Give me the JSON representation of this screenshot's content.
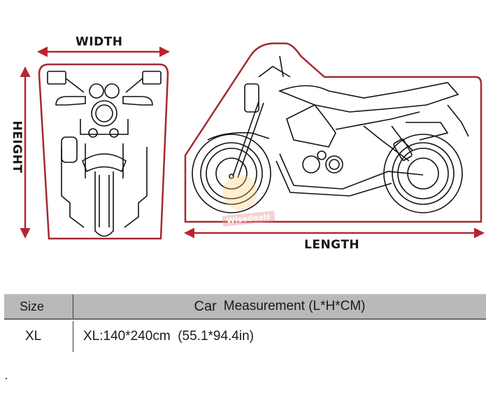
{
  "diagram": {
    "labels": {
      "width": "WIDTH",
      "height": "HEIGHT",
      "length": "LENGTH"
    },
    "watermark": "Wisedeals",
    "colors": {
      "outline": "#a32a2e",
      "arrow": "#b8252d",
      "line_art": "#111111",
      "header_bg": "#b9b9b9"
    }
  },
  "table": {
    "headers": {
      "size": "Size",
      "measurement_prefix": "Car",
      "measurement": "Measurement (L*H*CM)"
    },
    "rows": [
      {
        "size": "XL",
        "measurement": "XL:140*240cm  (55.1*94.4in)"
      }
    ]
  }
}
